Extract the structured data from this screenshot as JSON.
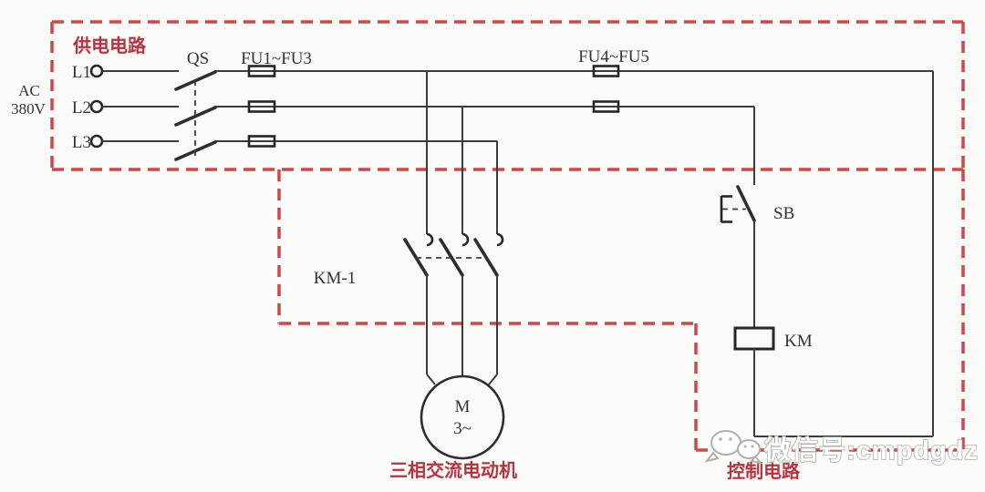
{
  "colors": {
    "dashed_border_red": "#d14545",
    "label_red": "#b9333e",
    "wire_black": "#3c3c3c",
    "background": "#fbfbfa",
    "watermark_white": "#ffffff",
    "watermark_outline_gray": "#b3aea8"
  },
  "sections": {
    "supply_label": "供电电路",
    "control_label": "控制电路"
  },
  "source": {
    "system": "AC",
    "voltage": "380V",
    "phases": [
      "L1",
      "L2",
      "L3"
    ]
  },
  "components": {
    "disconnect_switch": "QS",
    "main_fuses": "FU1~FU3",
    "control_fuses": "FU4~FU5",
    "contactor_main_contacts": "KM-1",
    "start_button": "SB",
    "contactor_coil": "KM",
    "motor_symbol": "M",
    "motor_phase": "3~",
    "motor_caption": "三相交流电动机"
  },
  "watermark": {
    "text": "微信号:cmpdgdz",
    "icon": "wechat-icon"
  }
}
